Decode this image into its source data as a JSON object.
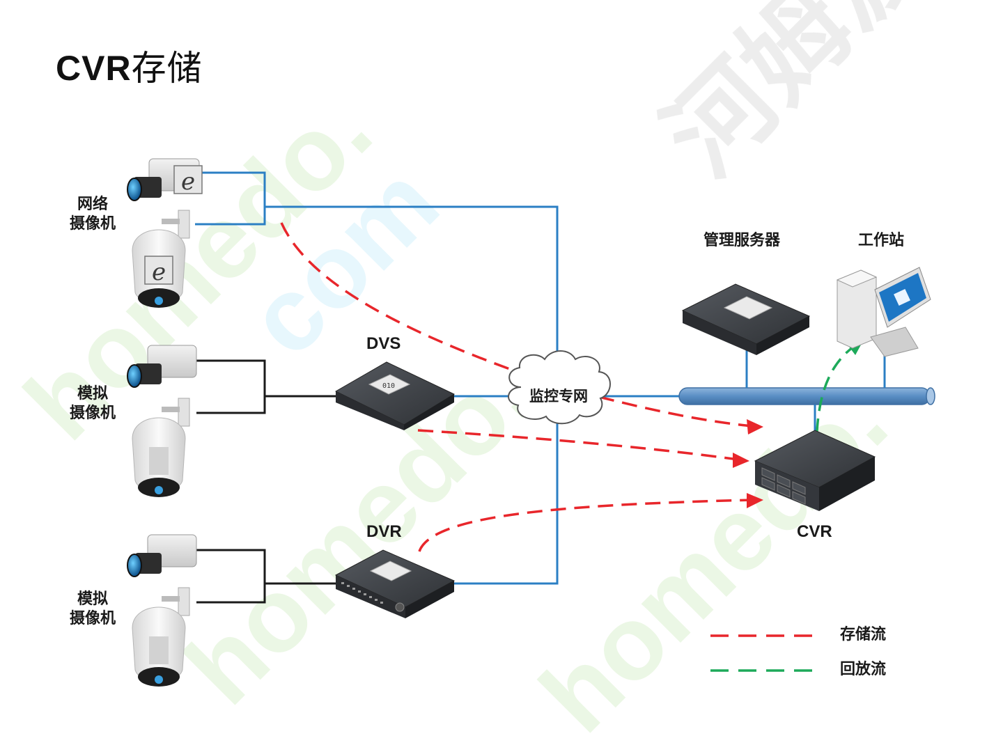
{
  "title": {
    "latin": "CVR",
    "cjk": "存储"
  },
  "labels": {
    "network_camera": [
      "网络",
      "摄像机"
    ],
    "analog_camera_1": [
      "模拟",
      "摄像机"
    ],
    "analog_camera_2": [
      "模拟",
      "摄像机"
    ],
    "dvs": "DVS",
    "dvr": "DVR",
    "cloud": "监控专网",
    "management_server": "管理服务器",
    "workstation": "工作站",
    "cvr": "CVR"
  },
  "legend": {
    "storage_flow": "存储流",
    "playback_flow": "回放流"
  },
  "colors": {
    "network_line": "#2b7fc4",
    "analog_line": "#1a1a1a",
    "storage_flow": "#e8262b",
    "playback_flow": "#1daa5a",
    "bus": "#5a8ec4",
    "device_body": "#3a3d42"
  },
  "watermark": "homedo.com 河姆渡"
}
